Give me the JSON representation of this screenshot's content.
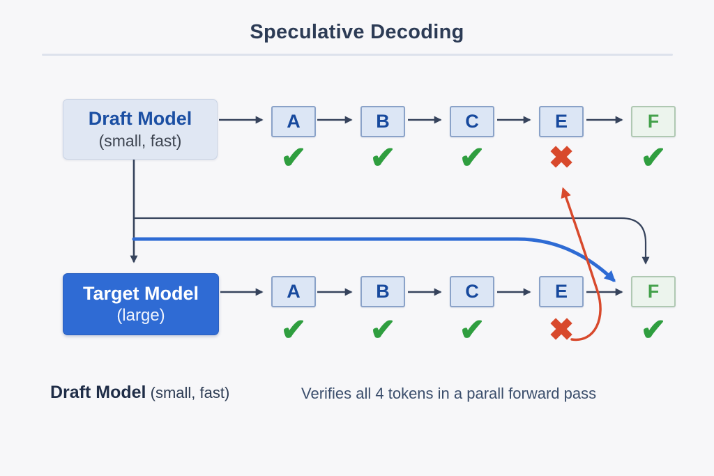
{
  "title": "Speculative Decoding",
  "colors": {
    "background": "#f7f7f9",
    "accent_blue": "#2e6bd4",
    "dark_arrow": "#36435c",
    "pass_green": "#2f9e3f",
    "fail_red": "#d8492c",
    "token_fill": "#dce6f5",
    "token_border": "#8aa2c8",
    "token_letter_blue": "#17499d",
    "token_green_fill": "#ecf4ed",
    "token_letter_green": "#44a14b",
    "draft_box_fill": "#e0e7f3",
    "target_box_fill": "#2f6bd4"
  },
  "draft_model": {
    "name": "Draft Model",
    "subtitle": "(small, fast)"
  },
  "target_model": {
    "name": "Target Model",
    "subtitle": "(large)"
  },
  "rows": {
    "draft": {
      "tokens": [
        {
          "label": "A",
          "variant": "blue",
          "status": "pass",
          "mark": "✔"
        },
        {
          "label": "B",
          "variant": "blue",
          "status": "pass",
          "mark": "✔"
        },
        {
          "label": "C",
          "variant": "blue",
          "status": "pass",
          "mark": "✔"
        },
        {
          "label": "E",
          "variant": "blue",
          "status": "fail",
          "mark": "✖"
        },
        {
          "label": "F",
          "variant": "green",
          "status": "pass",
          "mark": "✔"
        }
      ]
    },
    "target": {
      "tokens": [
        {
          "label": "A",
          "variant": "blue",
          "status": "pass",
          "mark": "✔"
        },
        {
          "label": "B",
          "variant": "blue",
          "status": "pass",
          "mark": "✔"
        },
        {
          "label": "C",
          "variant": "blue",
          "status": "pass",
          "mark": "✔"
        },
        {
          "label": "E",
          "variant": "blue",
          "status": "fail",
          "mark": "✖"
        },
        {
          "label": "F",
          "variant": "green",
          "status": "pass",
          "mark": "✔"
        }
      ]
    }
  },
  "captions": {
    "left_bold": "Draft Model",
    "left_regular": " (small, fast)",
    "right": "Verifies all 4 tokens in a parall forward pass"
  }
}
